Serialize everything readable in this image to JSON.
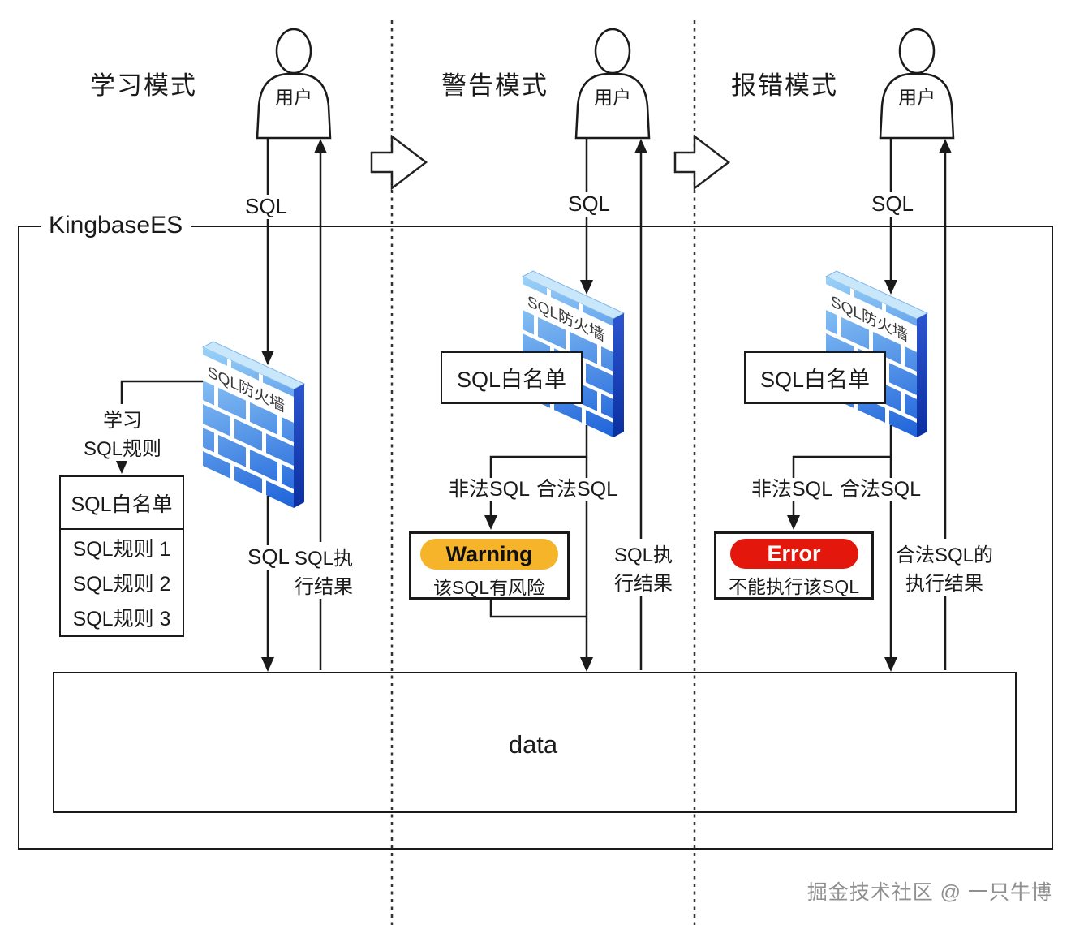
{
  "system": {
    "label": "KingbaseES"
  },
  "datastore": {
    "label": "data"
  },
  "watermark": {
    "text": "掘金技术社区 @ 一只牛博"
  },
  "colors": {
    "firewall_light": "#9AD2F8",
    "firewall_dark": "#1E63DA",
    "firewall_side_light": "#2C55D0",
    "firewall_side_dark": "#0A2FA0",
    "firewall_top": "#C9E7FB",
    "warning_badge": "#F6B42A",
    "error_badge": "#E3170C",
    "line": "#1a1a1a"
  },
  "modes": [
    {
      "title": "学习模式",
      "user_label": "用户",
      "sql_request_label": "SQL",
      "firewall_label": "SQL防火墙",
      "learn_line1": "学习",
      "learn_line2": "SQL规则",
      "whitelist_title": "SQL白名单",
      "rules": [
        "SQL规则 1",
        "SQL规则 2",
        "SQL规则 3"
      ],
      "exec_sql_label": "SQL",
      "result_line1": "SQL执",
      "result_line2": "行结果"
    },
    {
      "title": "警告模式",
      "user_label": "用户",
      "sql_request_label": "SQL",
      "firewall_label": "SQL防火墙",
      "whitelist_title": "SQL白名单",
      "illegal_label": "非法SQL",
      "legal_label": "合法SQL",
      "badge": "Warning",
      "badge_message": "该SQL有风险",
      "result_line1": "SQL执",
      "result_line2": "行结果"
    },
    {
      "title": "报错模式",
      "user_label": "用户",
      "sql_request_label": "SQL",
      "firewall_label": "SQL防火墙",
      "whitelist_title": "SQL白名单",
      "illegal_label": "非法SQL",
      "legal_label": "合法SQL",
      "badge": "Error",
      "badge_message": "不能执行该SQL",
      "result_line1": "合法SQL的",
      "result_line2": "执行结果"
    }
  ]
}
